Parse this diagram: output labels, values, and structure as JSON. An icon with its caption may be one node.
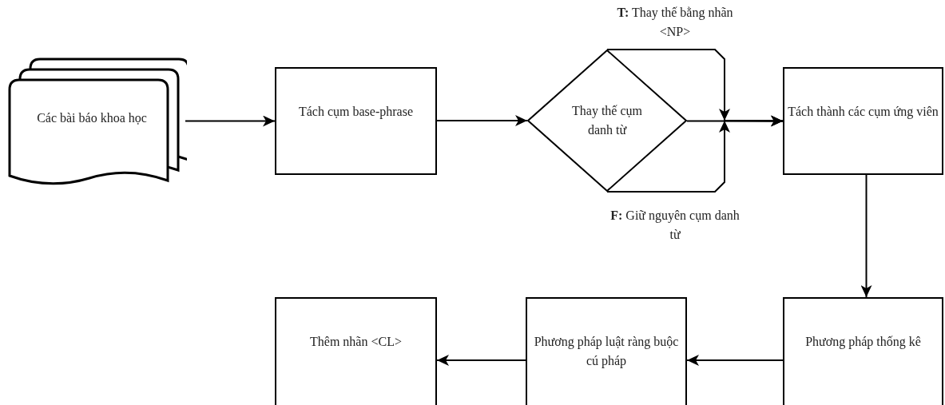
{
  "diagram": {
    "nodes": [
      {
        "text": [
          "Các bài báo khoa học"
        ]
      },
      {
        "text": [
          "Tách cụm base-phrase"
        ]
      },
      {
        "text": [
          "Thay thế cụm danh từ"
        ]
      },
      {
        "text": [
          "Tách thành các cụm ứng viên"
        ]
      },
      {
        "text": [
          "Phương pháp thống kê"
        ]
      },
      {
        "text": [
          "Phương pháp luật ràng buộc cú pháp"
        ]
      },
      {
        "text": [
          "Thêm nhãn <CL>"
        ]
      }
    ],
    "edges": [
      {
        "from": 0,
        "to": 1,
        "arrow": "to"
      },
      {
        "from": 1,
        "to": 2,
        "arrow": "to"
      },
      {
        "from": 2,
        "to": 3,
        "arrow": "to"
      },
      {
        "from": 2,
        "to": 3,
        "arrow": "to",
        "label": "**T:** Thay thế bằng nhãn <NP>"
      },
      {
        "from": 2,
        "to": 3,
        "arrow": "to",
        "label": "**F:** Giữ nguyên cụm danh từ"
      },
      {
        "from": 3,
        "to": 4,
        "arrow": "to"
      },
      {
        "from": 4,
        "to": 5,
        "arrow": "to"
      },
      {
        "from": 5,
        "to": 6,
        "arrow": "to"
      }
    ]
  }
}
